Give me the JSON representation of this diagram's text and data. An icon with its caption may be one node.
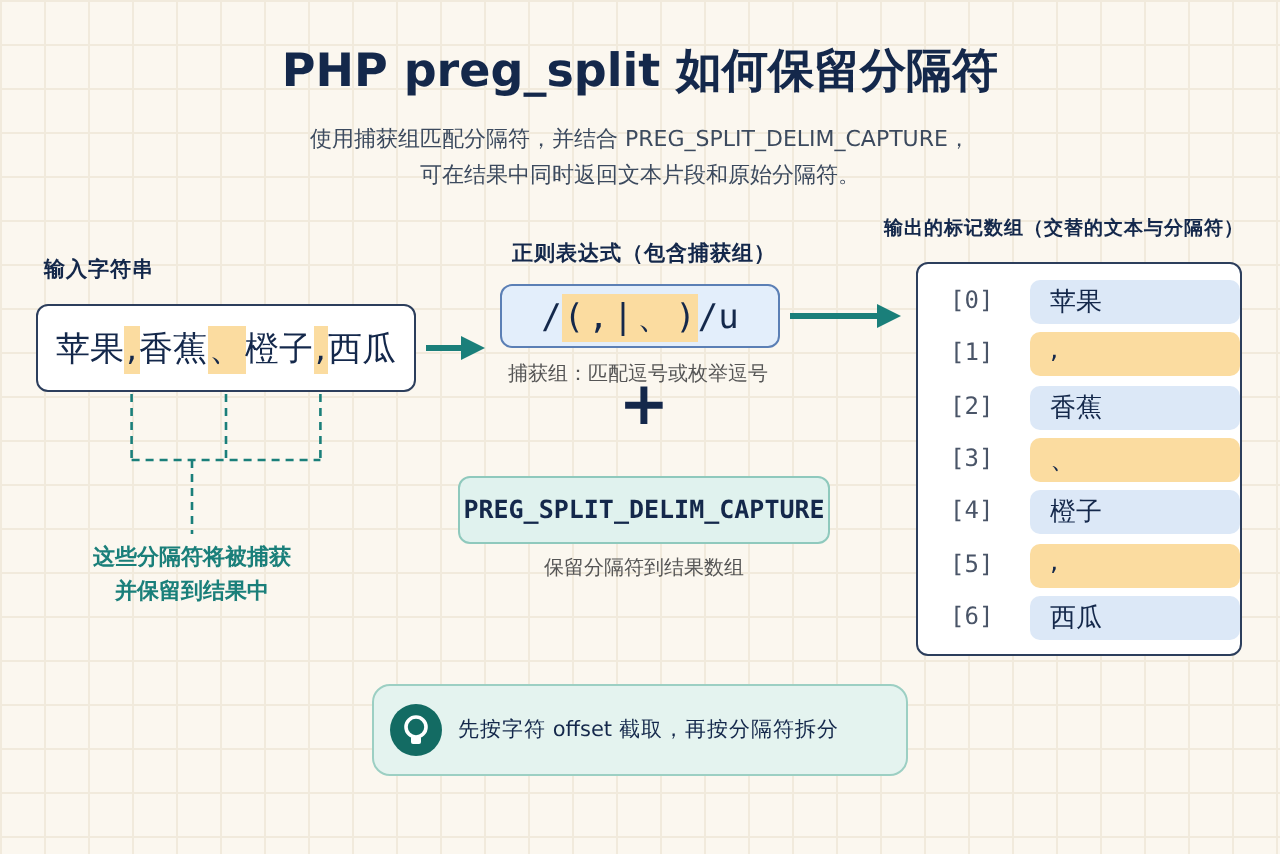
{
  "diagram": {
    "title": "PHP preg_split 如何保留分隔符",
    "nodes": [
      {
        "text": [
          "输入字符串",
          "苹果,香蕉、橙子,西瓜"
        ]
      },
      {
        "text": [
          "正则表达式（包含捕获组）",
          "/(,|、)/u"
        ],
        "beside": [
          "捕获组：匹配逗号或枚举逗号"
        ]
      },
      {
        "text": [
          "PREG_SPLIT_DELIM_CAPTURE"
        ],
        "beside": [
          "保留分隔符到结果数组"
        ]
      },
      {
        "text": [
          "输出的标记数组（交替的文本与分隔符）"
        ]
      },
      {
        "text": [
          "苹果"
        ],
        "in": 3,
        "beside": [
          "[0]"
        ]
      },
      {
        "text": [
          ","
        ],
        "in": 3,
        "beside": [
          "[1]"
        ]
      },
      {
        "text": [
          "香蕉"
        ],
        "in": 3,
        "beside": [
          "[2]"
        ]
      },
      {
        "text": [
          "、"
        ],
        "in": 3,
        "beside": [
          "[3]"
        ]
      },
      {
        "text": [
          "橙子"
        ],
        "in": 3,
        "beside": [
          "[4]"
        ]
      },
      {
        "text": [
          ","
        ],
        "in": 3,
        "beside": [
          "[5]"
        ]
      },
      {
        "text": [
          "西瓜"
        ],
        "in": 3,
        "beside": [
          "[6]"
        ]
      },
      {
        "text": [
          "先按字符 offset 截取，再按分隔符拆分"
        ]
      },
      {
        "text": [
          "这些分隔符将被捕获并保留到结果中"
        ]
      }
    ],
    "edges": [
      {
        "from": 0,
        "to": 1,
        "arrow": "to"
      },
      {
        "from": 1,
        "to": 3,
        "arrow": "to"
      },
      {
        "from": 12,
        "to": 0,
        "arrow": "none",
        "style": "dashed"
      }
    ],
    "labels": [
      "使用捕获组匹配分隔符，并结合 PREG_SPLIT_DELIM_CAPTURE，可在结果中同时返回文本片段和原始分隔符。",
      "+"
    ]
  }
}
